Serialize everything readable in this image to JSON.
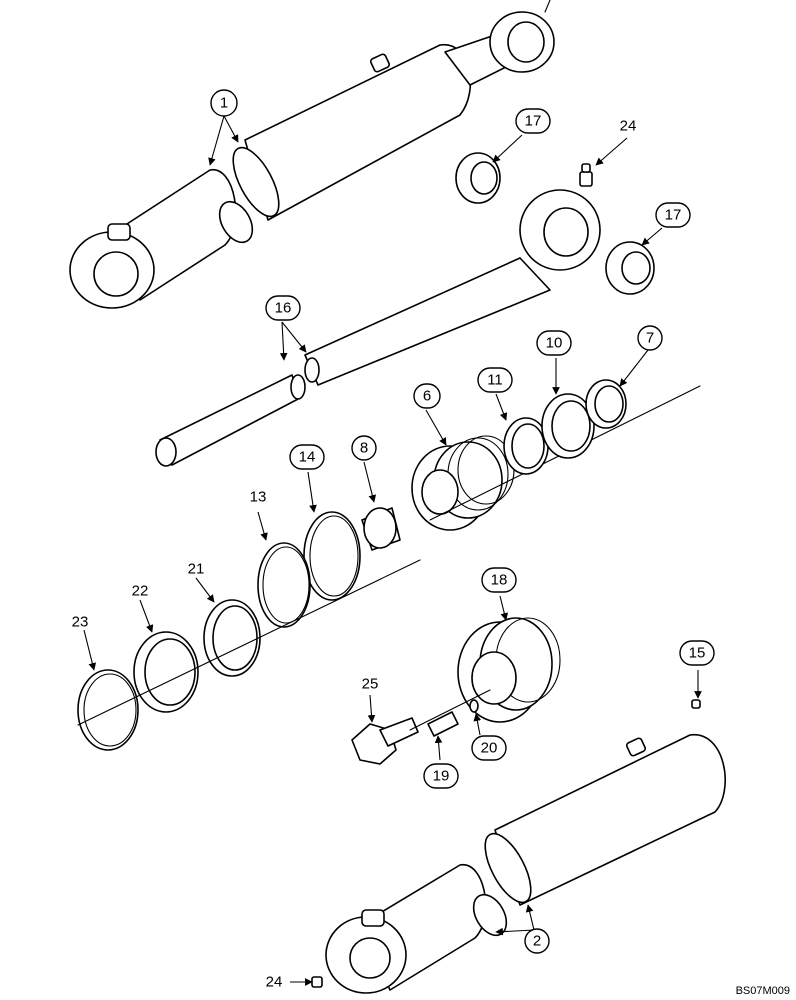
{
  "callouts": {
    "c1": "1",
    "c2": "2",
    "c6": "6",
    "c7": "7",
    "c8": "8",
    "c10": "10",
    "c11": "11",
    "c14": "14",
    "c15": "15",
    "c16": "16",
    "c17a": "17",
    "c17b": "17",
    "c18": "18",
    "c19": "19",
    "c20": "20"
  },
  "labels": {
    "l13": "13",
    "l21": "21",
    "l22": "22",
    "l23": "23",
    "l24a": "24",
    "l24b": "24",
    "l25": "25"
  },
  "figure_code": "BS07M009"
}
